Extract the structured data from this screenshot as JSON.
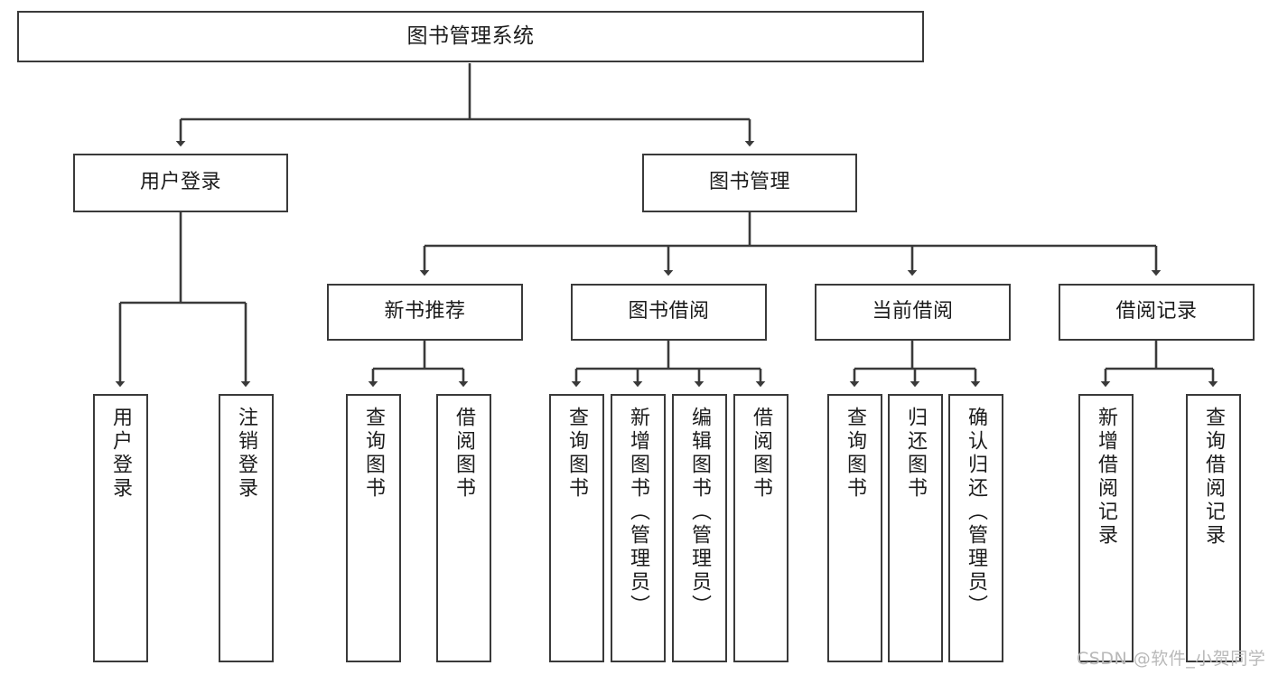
{
  "diagram": {
    "title": "图书管理系统",
    "type": "功能结构图",
    "colors": {
      "background": "#ffffff",
      "node_border": "#3a3a3a",
      "node_fill": "#ffffff",
      "edge": "#3a3a3a",
      "text": "#1c1c1c",
      "watermark": "#b9b9b9"
    },
    "root": {
      "label": "图书管理系统"
    },
    "level2": [
      {
        "label": "用户登录"
      },
      {
        "label": "图书管理"
      }
    ],
    "level3": [
      {
        "label": "新书推荐"
      },
      {
        "label": "图书借阅"
      },
      {
        "label": "当前借阅"
      },
      {
        "label": "借阅记录"
      }
    ],
    "leaves": {
      "user_login": [
        {
          "label": "用户登录"
        },
        {
          "label": "注销登录"
        }
      ],
      "new_book_recommend": [
        {
          "label": "查询图书"
        },
        {
          "label": "借阅图书"
        }
      ],
      "book_borrow": [
        {
          "label": "查询图书"
        },
        {
          "label": "新增图书（管理员）"
        },
        {
          "label": "编辑图书（管理员）"
        },
        {
          "label": "借阅图书"
        }
      ],
      "current_borrow": [
        {
          "label": "查询图书"
        },
        {
          "label": "归还图书"
        },
        {
          "label": "确认归还（管理员）"
        }
      ],
      "borrow_record": [
        {
          "label": "新增借阅记录"
        },
        {
          "label": "查询借阅记录"
        }
      ]
    }
  },
  "watermark": {
    "text": "CSDN @软件_小贺同学"
  }
}
